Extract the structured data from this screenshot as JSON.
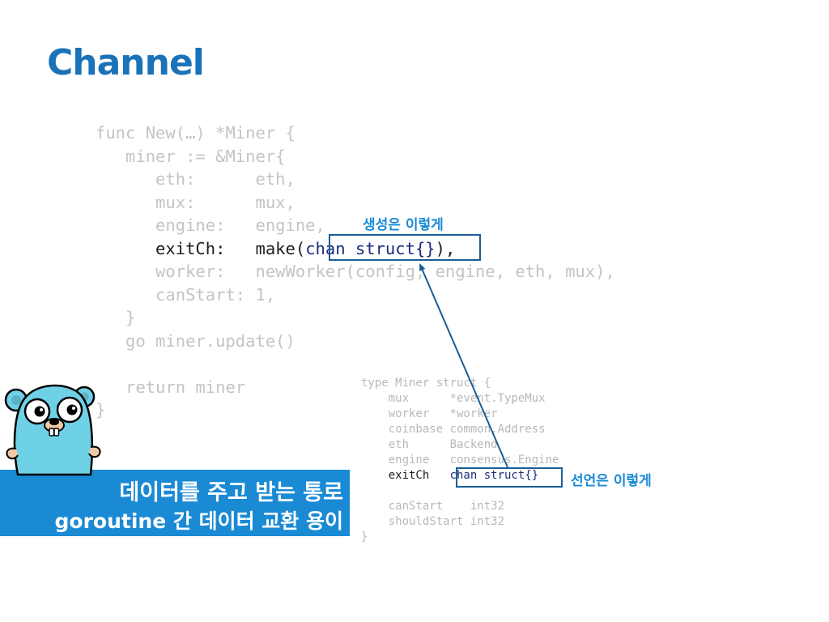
{
  "slide": {
    "title": "Channel"
  },
  "code_main": {
    "lines": [
      "func New(…) *Miner {",
      "   miner := &Miner{",
      "      eth:      eth,",
      "      mux:      mux,",
      "      engine:   engine,",
      "      exitCh:   make(chan struct{}),",
      "      worker:   newWorker(config, engine, eth, mux),",
      "      canStart: 1,",
      "   }",
      "   go miner.update()",
      "",
      "   return miner",
      "}"
    ],
    "highlight": {
      "prefix": "      exitCh:   make(",
      "expr": "chan struct{}",
      "suffix": "),"
    }
  },
  "code_struct": {
    "lines": [
      "type Miner struct {",
      "    mux      *event.TypeMux",
      "    worker   *worker",
      "    coinbase common.Address",
      "    eth      Backend",
      "    engine   consensus.Engine",
      "    exitCh   chan struct{}",
      "",
      "    canStart    int32",
      "    shouldStart int32",
      "}"
    ],
    "highlight": {
      "prefix": "    exitCh   ",
      "expr": "chan struct{}"
    }
  },
  "annotations": {
    "create": "생성은 이렇게",
    "declare": "선언은 이렇게"
  },
  "banner": {
    "line1": "데이터를 주고 받는 통로",
    "line2": "goroutine 간 데이터 교환 용이"
  },
  "colors": {
    "title": "#1a72b8",
    "accent": "#1a8ad4",
    "box": "#1a5d96",
    "faded_code": "#c4c4c4",
    "keyword_navy": "#1a2b7a",
    "gopher": "#6fd1e6"
  }
}
